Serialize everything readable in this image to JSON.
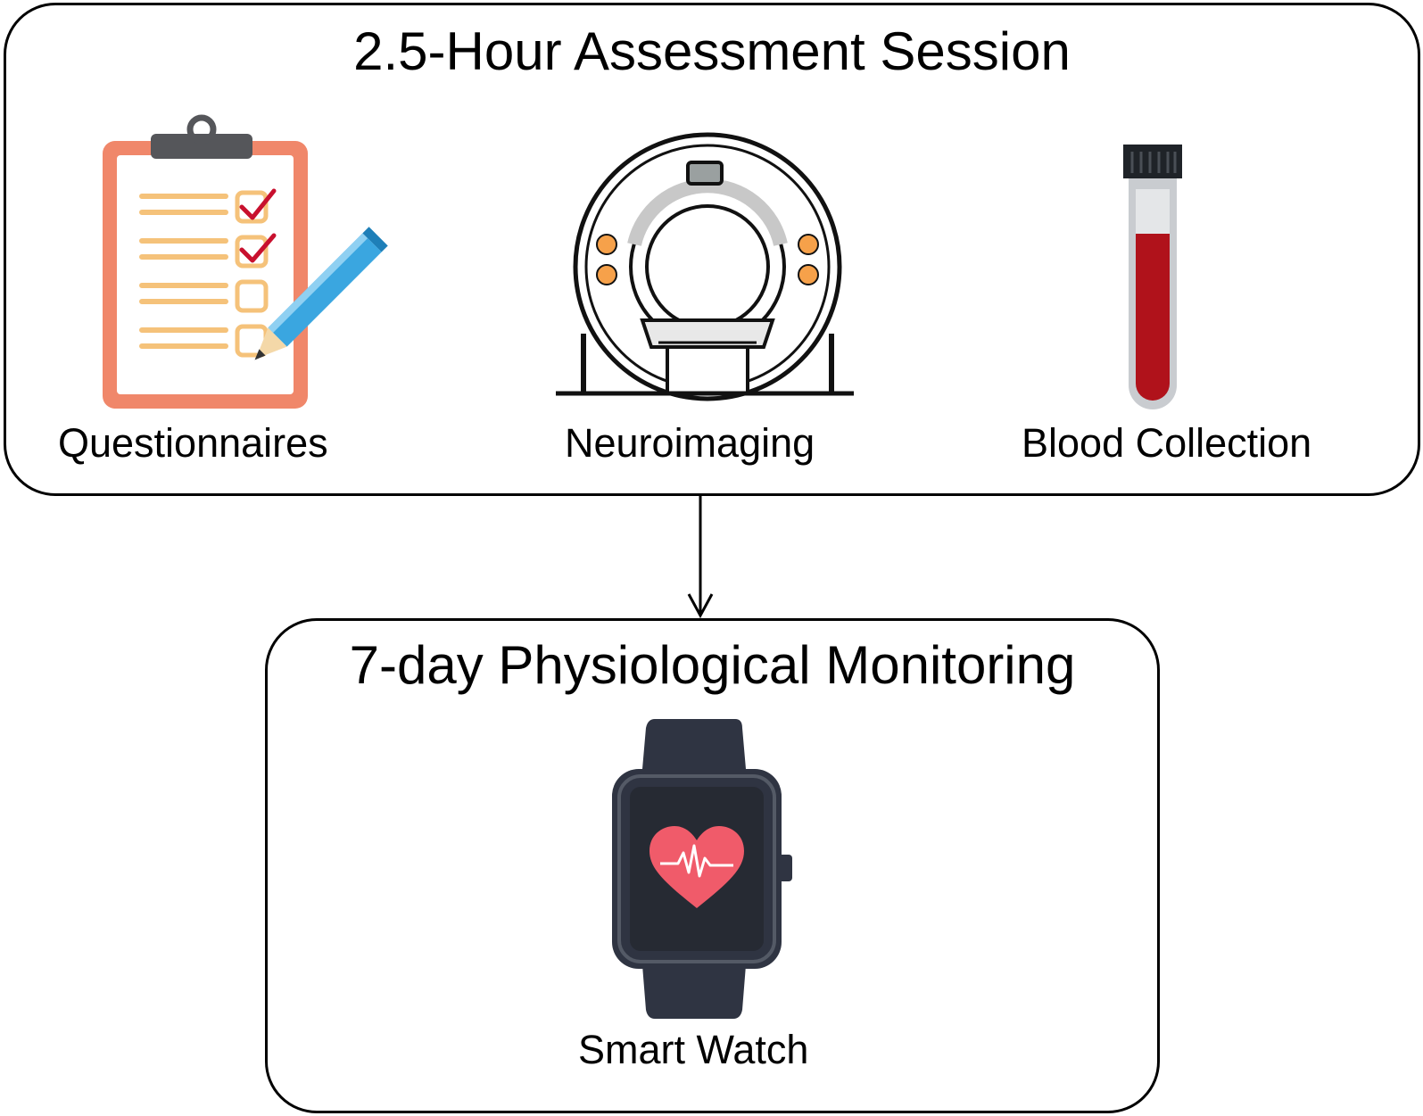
{
  "session": {
    "title": "2.5-Hour Assessment Session",
    "items": [
      {
        "label": "Questionnaires",
        "icon": "clipboard-checklist-icon"
      },
      {
        "label": "Neuroimaging",
        "icon": "mri-scanner-icon"
      },
      {
        "label": "Blood Collection",
        "icon": "blood-tube-icon"
      }
    ]
  },
  "monitoring": {
    "title": "7-day Physiological Monitoring",
    "items": [
      {
        "label": "Smart Watch",
        "icon": "smartwatch-icon"
      }
    ]
  },
  "colors": {
    "clipboard": "#f0876a",
    "pencil": "#3aa6e0",
    "checkmark": "#c8102e",
    "checklist_line": "#f5c27a",
    "scanner_accent": "#f6a14a",
    "blood": "#b0121b",
    "watch": "#2f3442",
    "heart": "#f05b6a"
  }
}
